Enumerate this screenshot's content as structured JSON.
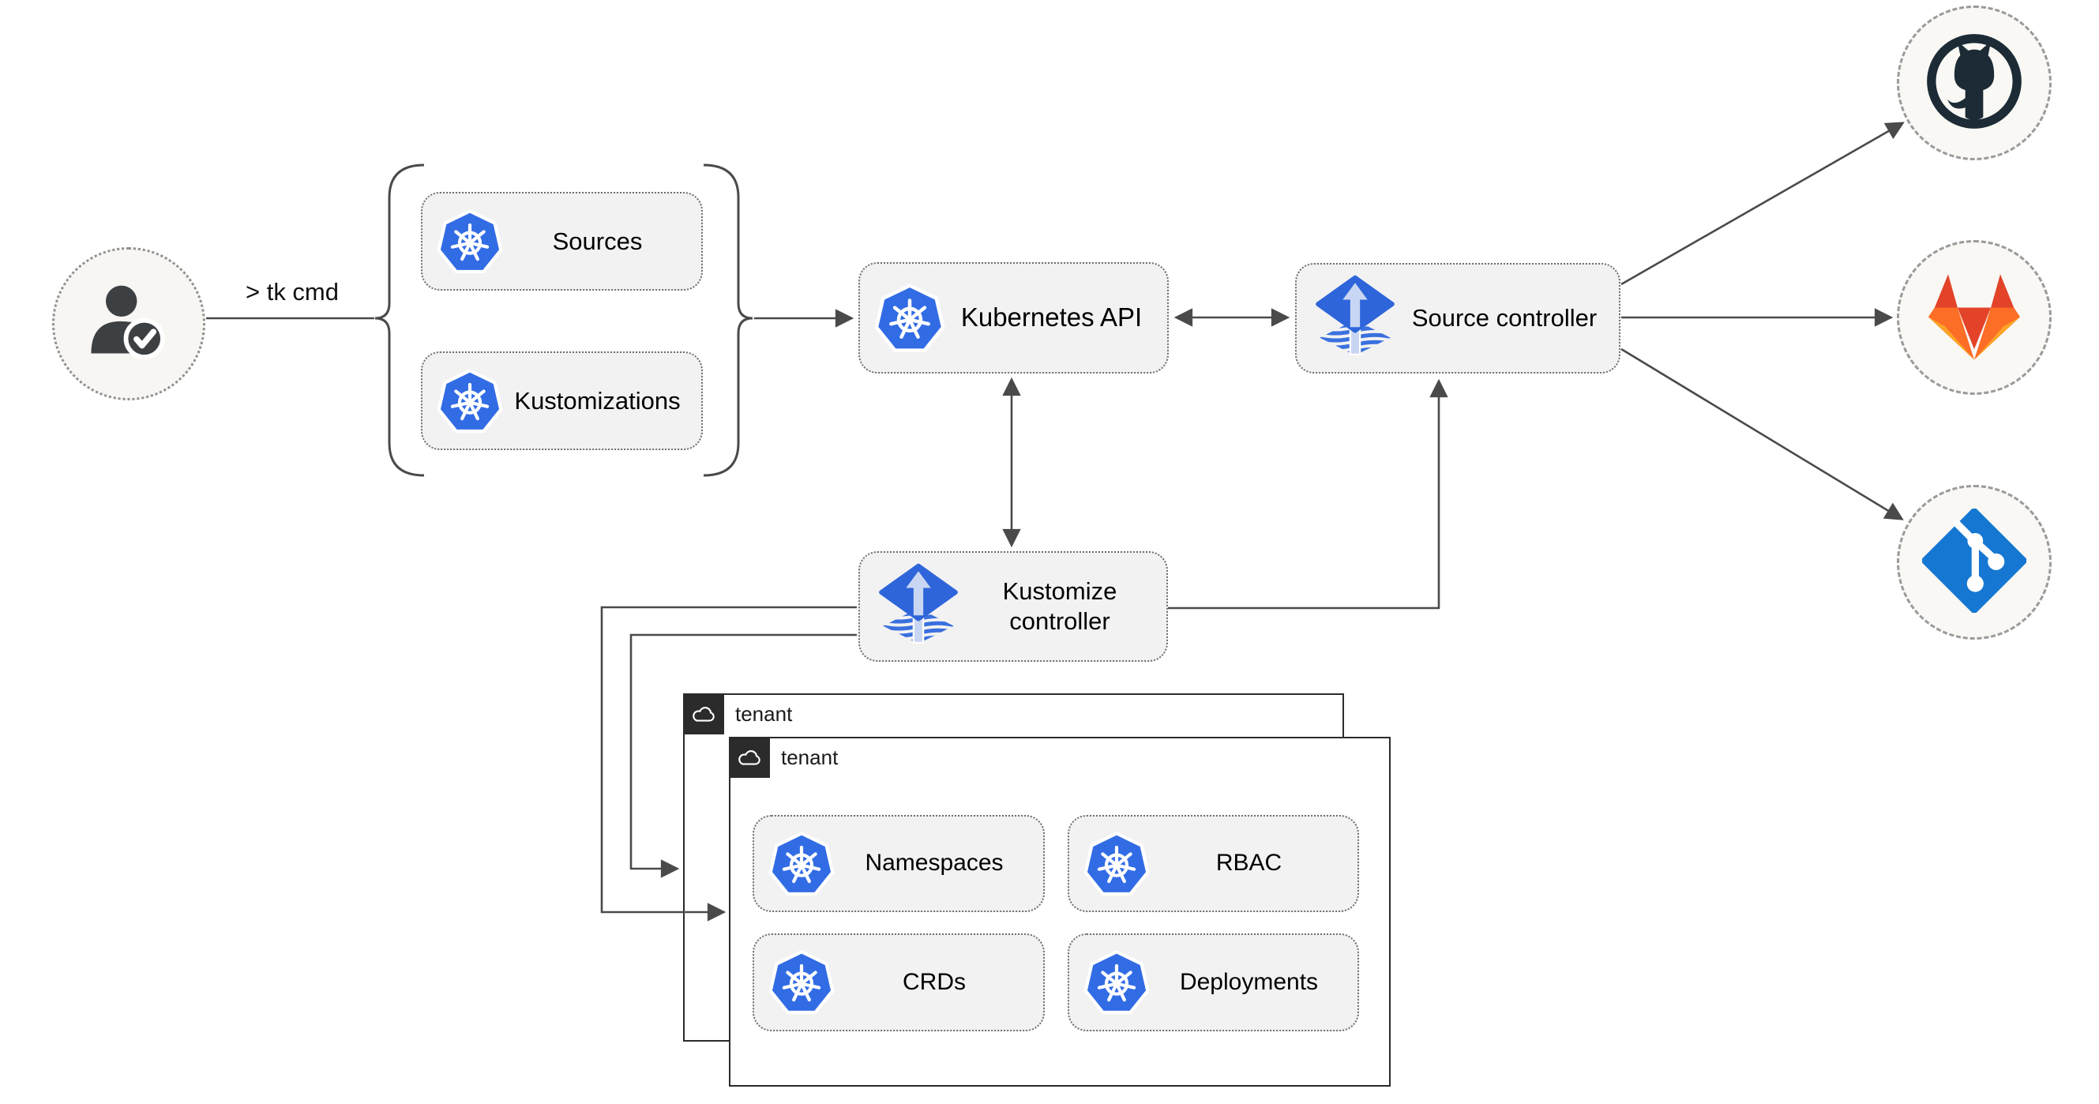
{
  "diagram": {
    "user": {
      "command_label": "> tk cmd"
    },
    "definitions": {
      "items": [
        {
          "label": "Sources"
        },
        {
          "label": "Kustomizations"
        }
      ]
    },
    "kubernetes_api": {
      "label": "Kubernetes API"
    },
    "source_controller": {
      "label": "Source controller"
    },
    "kustomize_controller": {
      "label": "Kustomize controller"
    },
    "tenants": {
      "back": {
        "label": "tenant"
      },
      "front": {
        "label": "tenant"
      }
    },
    "resources": {
      "items": [
        {
          "label": "Namespaces"
        },
        {
          "label": "RBAC"
        },
        {
          "label": "CRDs"
        },
        {
          "label": "Deployments"
        }
      ]
    },
    "providers": {
      "items": [
        {
          "name": "GitHub"
        },
        {
          "name": "GitLab"
        },
        {
          "name": "Git"
        }
      ]
    },
    "colors": {
      "kubernetes_blue": "#326ce5",
      "flux_blue": "#2e65da",
      "flux_arrow_light": "#c9d6f3",
      "github_dark": "#1c2b35",
      "gitlab_red": "#e24329",
      "gitlab_orange": "#fc6d26",
      "gitlab_light_orange": "#fca326",
      "git_blue": "#1577d2",
      "line_gray": "#4a4a4a",
      "node_fill": "#f2f2f2",
      "tenant_border": "#2b2b2b",
      "circle_fill": "#faf8f5"
    }
  }
}
